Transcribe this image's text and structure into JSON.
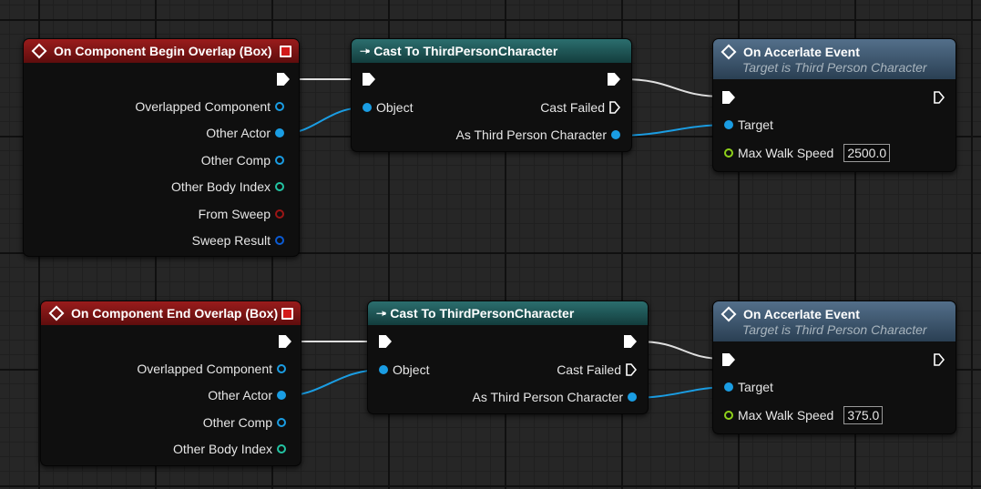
{
  "rows": [
    {
      "event": {
        "title": "On Component Begin Overlap (Box)",
        "pins": [
          "Overlapped Component",
          "Other Actor",
          "Other Comp",
          "Other Body Index",
          "From Sweep",
          "Sweep Result"
        ]
      },
      "cast": {
        "title": "Cast To ThirdPersonCharacter",
        "object_label": "Object",
        "cast_failed_label": "Cast Failed",
        "as_label": "As Third Person Character"
      },
      "call": {
        "title": "On Accerlate Event",
        "subtitle": "Target is Third Person Character",
        "target_label": "Target",
        "speed_label": "Max Walk Speed",
        "speed_value": "2500.0"
      }
    },
    {
      "event": {
        "title": "On Component End Overlap (Box)",
        "pins": [
          "Overlapped Component",
          "Other Actor",
          "Other Comp",
          "Other Body Index"
        ]
      },
      "cast": {
        "title": "Cast To ThirdPersonCharacter",
        "object_label": "Object",
        "cast_failed_label": "Cast Failed",
        "as_label": "As Third Person Character"
      },
      "call": {
        "title": "On Accerlate Event",
        "subtitle": "Target is Third Person Character",
        "target_label": "Target",
        "speed_label": "Max Walk Speed",
        "speed_value": "375.0"
      }
    }
  ],
  "colors": {
    "object_pin": "#1a9de3",
    "int_pin": "#23c4a3",
    "bool_pin": "#9c1616",
    "struct_pin": "#0b5bd4",
    "float_pin": "#8fd11b",
    "event_header": "#9a1c1c",
    "cast_header": "#2b6e6e",
    "function_header": "#536f8a"
  }
}
